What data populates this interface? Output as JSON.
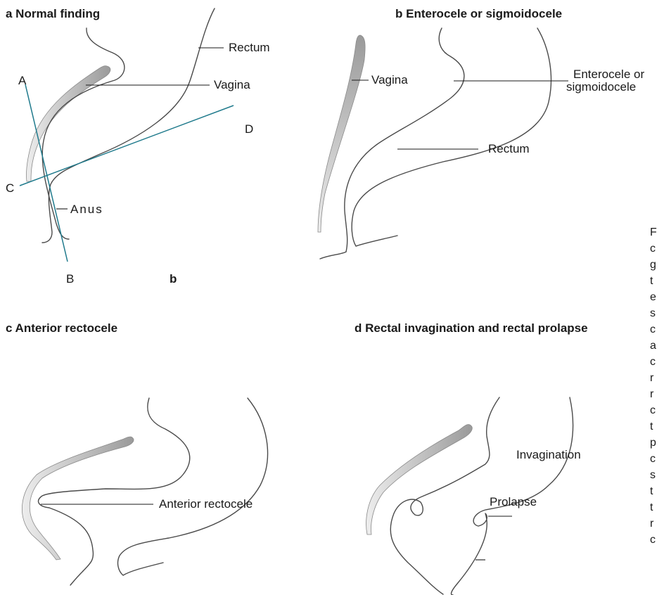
{
  "panels": {
    "a": {
      "title": "a  Normal finding",
      "labels": {
        "rectum": "Rectum",
        "vagina": "Vagina",
        "anus": "Anus"
      },
      "axis_points": {
        "A": "A",
        "B": "B",
        "C": "C",
        "D": "D"
      },
      "extra_letter": "b"
    },
    "b": {
      "title": "b  Enterocele or sigmoidocele",
      "labels": {
        "vagina": "Vagina",
        "enterocele_line1": "Enterocele or",
        "enterocele_line2": "sigmoidocele",
        "rectum": "Rectum"
      }
    },
    "c": {
      "title": "c  Anterior rectocele",
      "labels": {
        "rectocele": "Anterior rectocele"
      }
    },
    "d": {
      "title": "d  Rectal invagination and rectal prolapse",
      "labels": {
        "invagination": "Invagination",
        "prolapse": "Prolapse"
      }
    }
  },
  "side_text_column": [
    "F",
    "c",
    "g",
    "t",
    "e",
    "s",
    "c",
    "a",
    "c",
    "r",
    "r",
    "c",
    "t",
    "p",
    "c",
    "s",
    "t",
    "t",
    "r",
    "c"
  ],
  "colors": {
    "axis_line": "#1f7a8c",
    "outline": "#4a4a4a",
    "vagina_fill": "#b8b8b8"
  }
}
